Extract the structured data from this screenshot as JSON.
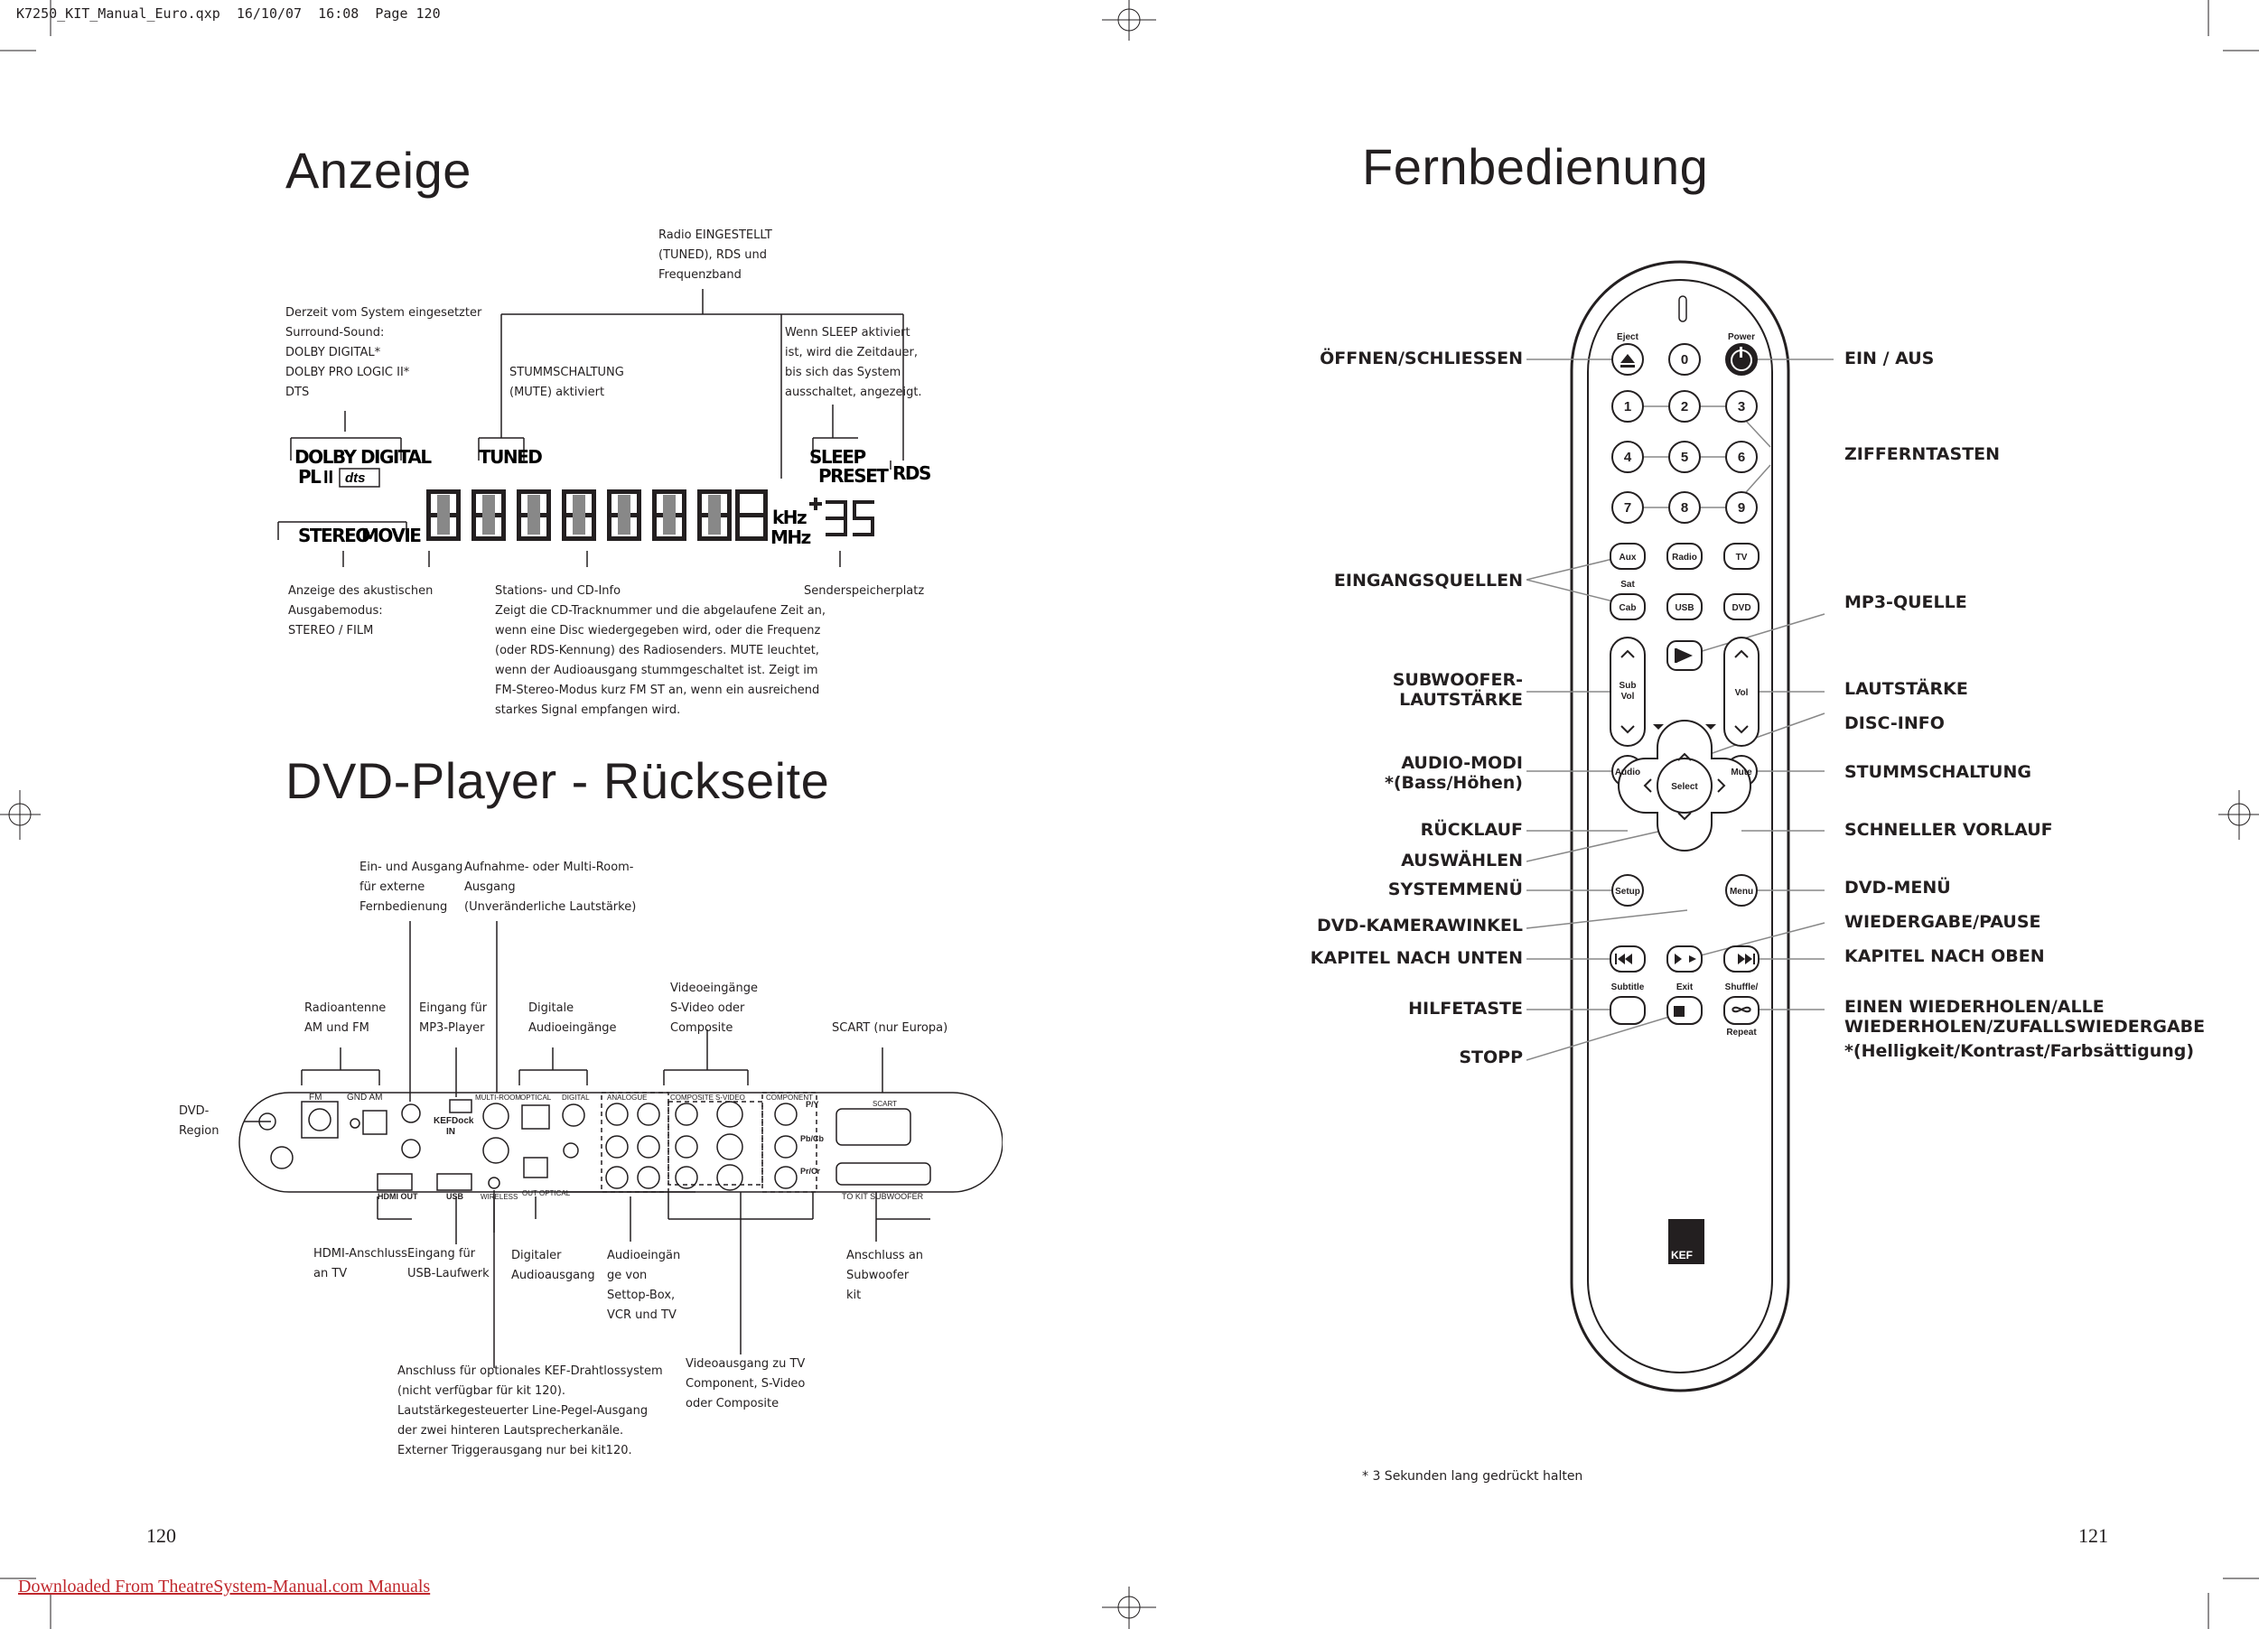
{
  "print_header": "K7250_KIT_Manual_Euro.qxp  16/10/07  16:08  Page 120",
  "left": {
    "title_display": "Anzeige",
    "display_callouts": {
      "radio": "Radio EINGESTELLT\n(TUNED), RDS und\nFrequenzband",
      "surround": "Derzeit vom System eingesetzter\nSurround-Sound:\nDOLBY DIGITAL*\nDOLBY PRO LOGIC II*\nDTS",
      "mute": "STUMMSCHALTUNG\n(MUTE) aktiviert",
      "sleep": "Wenn SLEEP aktiviert\nist, wird die Zeitdauer,\nbis sich das System\nausschaltet, angezeigt.",
      "mode": "Anzeige des akustischen\nAusgabemodus:\nSTEREO / FILM",
      "station": "Stations- und CD-Info\nZeigt die CD-Tracknummer und die abgelaufene Zeit an,\nwenn eine Disc wiedergegeben wird, oder die Frequenz\n(oder RDS-Kennung) des Radiosenders. MUTE leuchtet,\nwenn der Audioausgang stummgeschaltet ist. Zeigt im\nFM-Stereo-Modus kurz FM ST an, wenn ein ausreichend\nstarkes Signal empfangen wird.",
      "preset": "Senderspeicherplatz"
    },
    "vfd": {
      "dolby": "DOLBY DIGITAL",
      "pl": "PL",
      "dts": "dts",
      "tuned": "TUNED",
      "stereo": "STEREO",
      "movie": "MOVIE",
      "sleep": "SLEEP",
      "preset": "PRESET",
      "rds": "RDS",
      "khz": "kHz",
      "mhz": "MHz"
    },
    "title_dvd": "DVD-Player - Rückseite",
    "dvd_callouts": {
      "remote_io": "Ein- und Ausgang\nfür externe\nFernbedienung",
      "multiroom": "Aufnahme- oder Multi-Room-\nAusgang\n(Unveränderliche Lautstärke)",
      "video_in": "Videoeingänge\nS-Video oder\nComposite",
      "radio_ant": "Radioantenne\nAM und FM",
      "mp3": "Eingang für\nMP3-Player",
      "digital_in": "Digitale\nAudioeingänge",
      "scart": "SCART (nur Europa)",
      "region": "DVD-\nRegion",
      "hdmi": "HDMI-Anschluss\nan TV",
      "usb": "Eingang für\nUSB-Laufwerk",
      "digital_out": "Digitaler\nAudioausgang",
      "audio_in": "Audioeingän\nge von\nSettop-Box,\nVCR und TV",
      "sub": "Anschluss an\nSubwoofer\nkit",
      "wireless": "Anschluss für optionales KEF-Drahtlossystem\n(nicht verfügbar für kit 120).\nLautstärkegesteuerter Line-Pegel-Ausgang\nder zwei hinteren Lautsprecherkanäle.\nExterner Triggerausgang nur bei kit120.",
      "video_out": "Videoausgang zu TV\nComponent, S-Video\noder Composite"
    },
    "panel_labels": {
      "fm": "FM",
      "gnd_am": "GND AM",
      "kefdock": "KEFDock",
      "in": "IN",
      "multiroom": "MULTI-ROOM",
      "optical": "OPTICAL",
      "digital": "DIGITAL",
      "analogue": "ANALOGUE",
      "composite": "COMPOSITE",
      "svideo": "S-VIDEO",
      "component": "COMPONENT",
      "scart": "SCART",
      "hdmi_out": "HDMI OUT",
      "usb": "USB",
      "wireless": "WIRELESS",
      "out_optical": "OUT OPTICAL",
      "to_kit_sub": "TO KIT SUBWOOFER",
      "py": "P/Y",
      "pbcb": "Pb/Cb",
      "prcr": "Pr/Cr"
    },
    "page_number": "120",
    "download_link": "Downloaded From TheatreSystem-Manual.com Manuals"
  },
  "right": {
    "title": "Fernbedienung",
    "left_labels": [
      "ÖFFNEN/SCHLIESSEN",
      "EINGANGSQUELLEN",
      "SUBWOOFER-\nLAUTSTÄRKE",
      "AUDIO-MODI\n*(Bass/Höhen)",
      "RÜCKLAUF",
      "AUSWÄHLEN",
      "SYSTEMMENÜ",
      "DVD-KAMERAWINKEL",
      "KAPITEL NACH UNTEN",
      "HILFETASTE",
      "STOPP"
    ],
    "right_labels": [
      "EIN / AUS",
      "ZIFFERNTASTEN",
      "MP3-QUELLE",
      "LAUTSTÄRKE",
      "DISC-INFO",
      "STUMMSCHALTUNG",
      "SCHNELLER VORLAUF",
      "DVD-MENÜ",
      "WIEDERGABE/PAUSE",
      "KAPITEL NACH OBEN",
      "EINEN WIEDERHOLEN/ALLE\nWIEDERHOLEN/ZUFALLSWIEDERGABE",
      "*(Helligkeit/Kontrast/Farbsättigung)"
    ],
    "remote_buttons": {
      "eject": "Eject",
      "power": "Power",
      "digits": [
        "0",
        "1",
        "2",
        "3",
        "4",
        "5",
        "6",
        "7",
        "8",
        "9"
      ],
      "aux": "Aux",
      "radio": "Radio",
      "tv": "TV",
      "sat": "Sat",
      "cab": "Cab",
      "usb": "USB",
      "dvd": "DVD",
      "sub": "Sub",
      "sub_vol": "Vol",
      "vol": "Vol",
      "audio": "Audio",
      "mute": "Mute",
      "select": "Select",
      "setup": "Setup",
      "menu": "Menu",
      "subtitle": "Subtitle",
      "exit": "Exit",
      "shuffle": "Shuffle/",
      "repeat": "Repeat",
      "kef": "KEF"
    },
    "footnote": "* 3 Sekunden lang gedrückt halten",
    "page_number": "121"
  }
}
